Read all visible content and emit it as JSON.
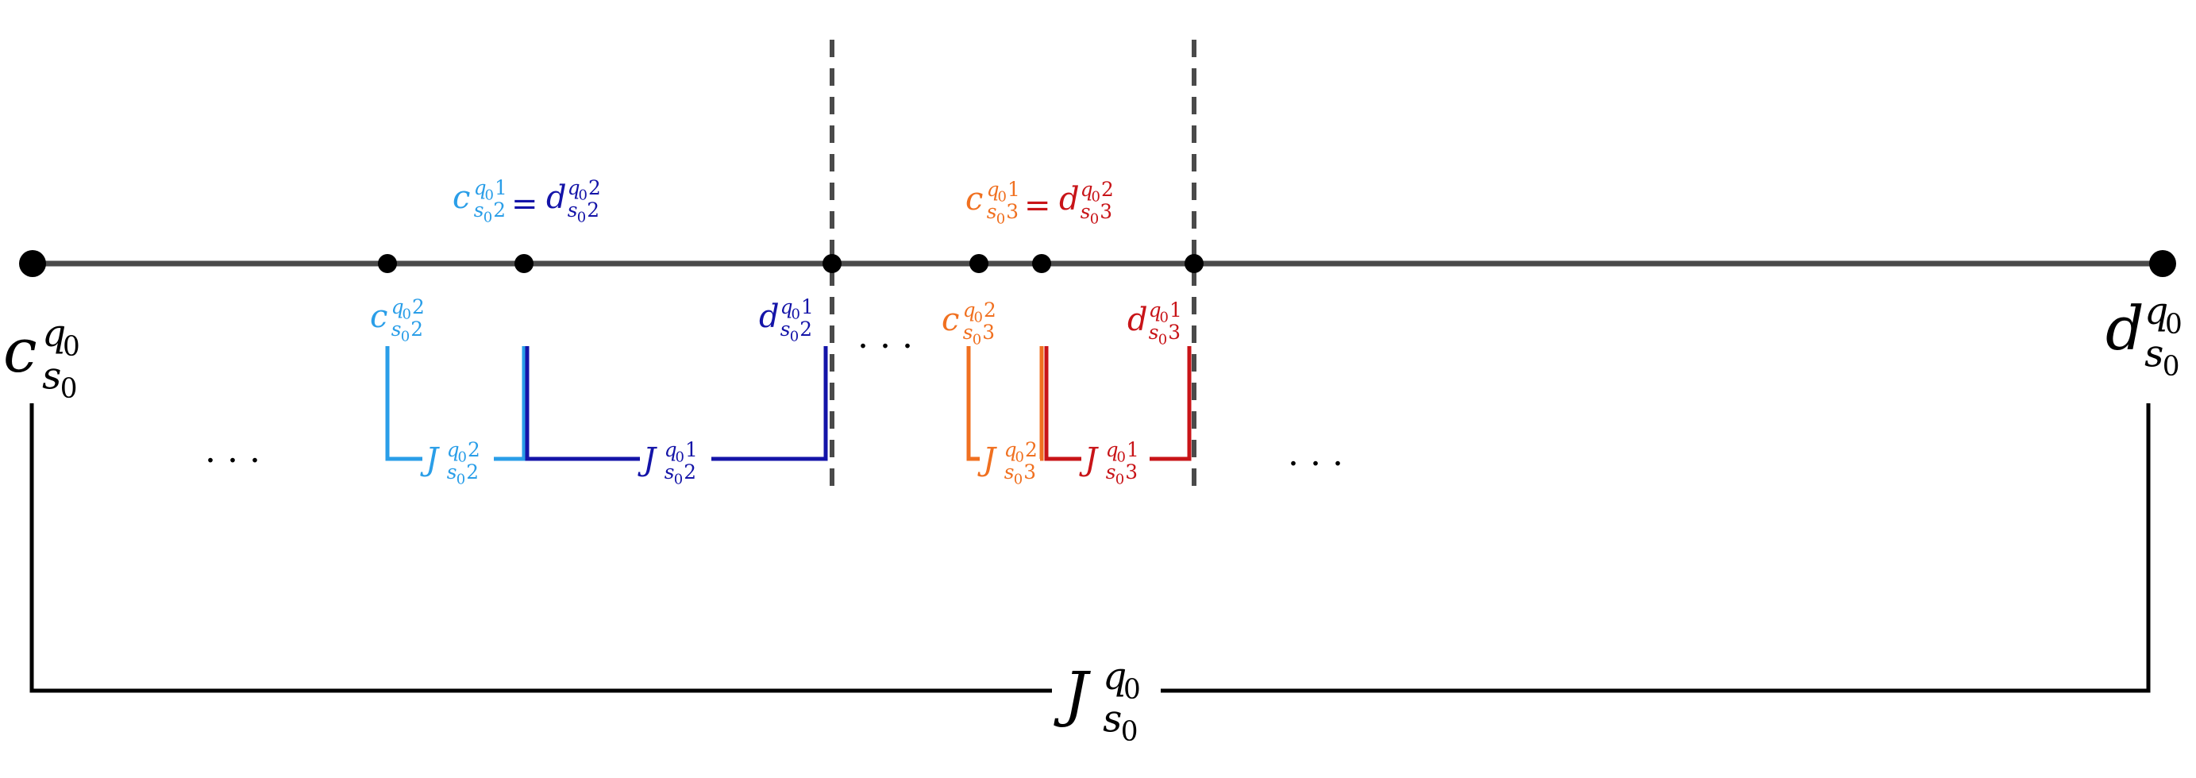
{
  "colors": {
    "axis": "#4a4a4a",
    "black": "#000000",
    "divider": "#4a4a4a",
    "light_blue": "#2a9ee8",
    "dark_blue": "#1414a8",
    "orange": "#f07020",
    "red": "#c81418"
  },
  "labels": {
    "c_outer": {
      "base": "c",
      "sub": "s",
      "subsub": "0",
      "sup": "q",
      "supsub": "0"
    },
    "d_outer": {
      "base": "d",
      "sub": "s",
      "subsub": "0",
      "sup": "q",
      "supsub": "0"
    },
    "J_outer": {
      "base": "J",
      "sub": "s",
      "subsub": "0",
      "sup": "q",
      "supsub": "0"
    },
    "c_q2_s2": {
      "base": "c",
      "sub": "s",
      "subsub": "0",
      "subtail": "2",
      "sup": "q",
      "supsub": "0",
      "suptail": "2"
    },
    "d_q1_s2": {
      "base": "d",
      "sub": "s",
      "subsub": "0",
      "subtail": "2",
      "sup": "q",
      "supsub": "0",
      "suptail": "1"
    },
    "J_q2_s2": {
      "base": "J",
      "sub": "s",
      "subsub": "0",
      "subtail": "2",
      "sup": "q",
      "supsub": "0",
      "suptail": "2"
    },
    "J_q1_s2": {
      "base": "J",
      "sub": "s",
      "subsub": "0",
      "subtail": "2",
      "sup": "q",
      "supsub": "0",
      "suptail": "1"
    },
    "eq_s2_left": {
      "base": "c",
      "sub": "s",
      "subsub": "0",
      "subtail": "2",
      "sup": "q",
      "supsub": "0",
      "suptail": "1"
    },
    "eq_s2_right": {
      "base": "d",
      "sub": "s",
      "subsub": "0",
      "subtail": "2",
      "sup": "q",
      "supsub": "0",
      "suptail": "2"
    },
    "c_q2_s3": {
      "base": "c",
      "sub": "s",
      "subsub": "0",
      "subtail": "3",
      "sup": "q",
      "supsub": "0",
      "suptail": "2"
    },
    "d_q1_s3": {
      "base": "d",
      "sub": "s",
      "subsub": "0",
      "subtail": "3",
      "sup": "q",
      "supsub": "0",
      "suptail": "1"
    },
    "J_q2_s3": {
      "base": "J",
      "sub": "s",
      "subsub": "0",
      "subtail": "3",
      "sup": "q",
      "supsub": "0",
      "suptail": "2"
    },
    "J_q1_s3": {
      "base": "J",
      "sub": "s",
      "subsub": "0",
      "subtail": "3",
      "sup": "q",
      "supsub": "0",
      "suptail": "1"
    },
    "eq_s3_left": {
      "base": "c",
      "sub": "s",
      "subsub": "0",
      "subtail": "3",
      "sup": "q",
      "supsub": "0",
      "suptail": "1"
    },
    "eq_s3_right": {
      "base": "d",
      "sub": "s",
      "subsub": "0",
      "subtail": "3",
      "sup": "q",
      "supsub": "0",
      "suptail": "2"
    },
    "equals": "=",
    "ellipsis": ". . ."
  }
}
